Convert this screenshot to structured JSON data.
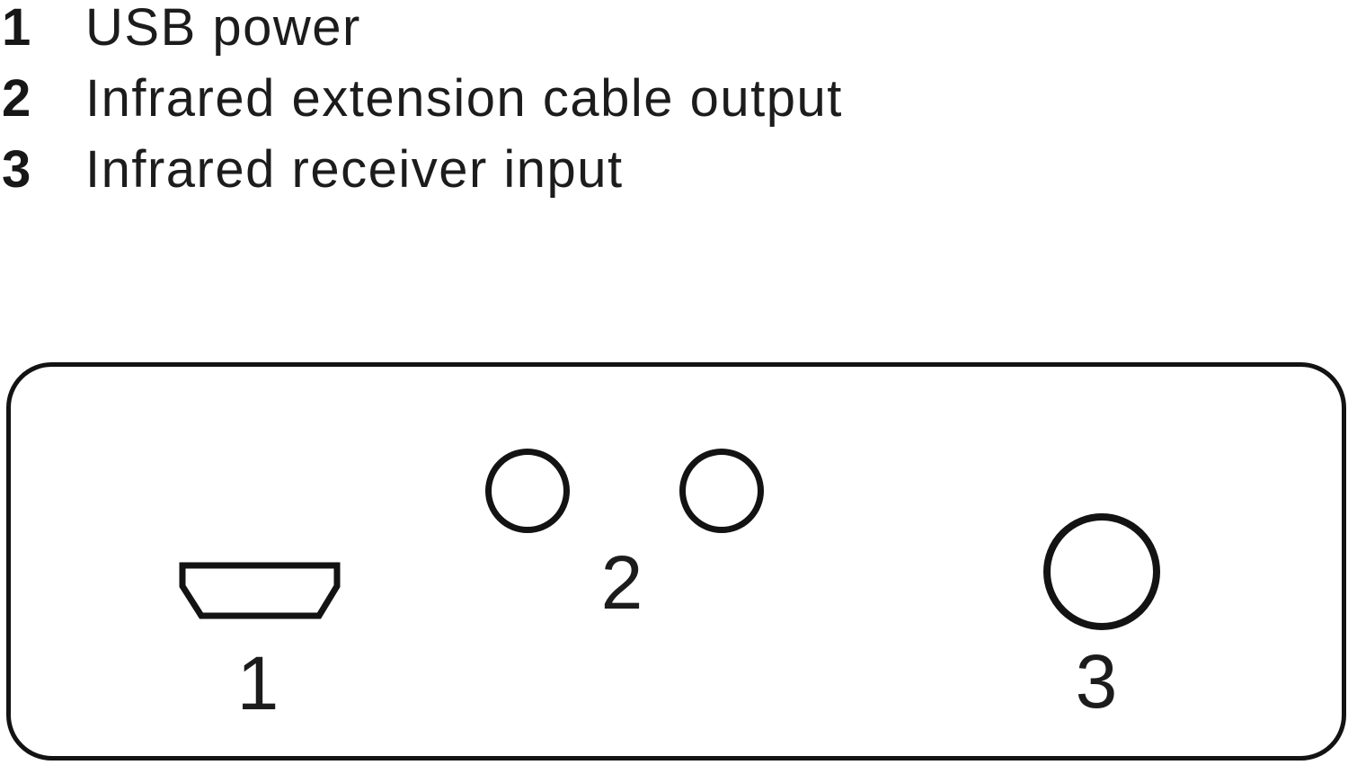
{
  "legend": {
    "items": [
      {
        "number": "1",
        "label": "USB power"
      },
      {
        "number": "2",
        "label": "Infrared extension cable output"
      },
      {
        "number": "3",
        "label": "Infrared receiver input"
      }
    ]
  },
  "panel": {
    "port_labels": {
      "usb_power": "1",
      "ir_extension_output": "2",
      "ir_receiver_input": "3"
    }
  },
  "colors": {
    "ink": "#171717",
    "background": "#ffffff"
  }
}
